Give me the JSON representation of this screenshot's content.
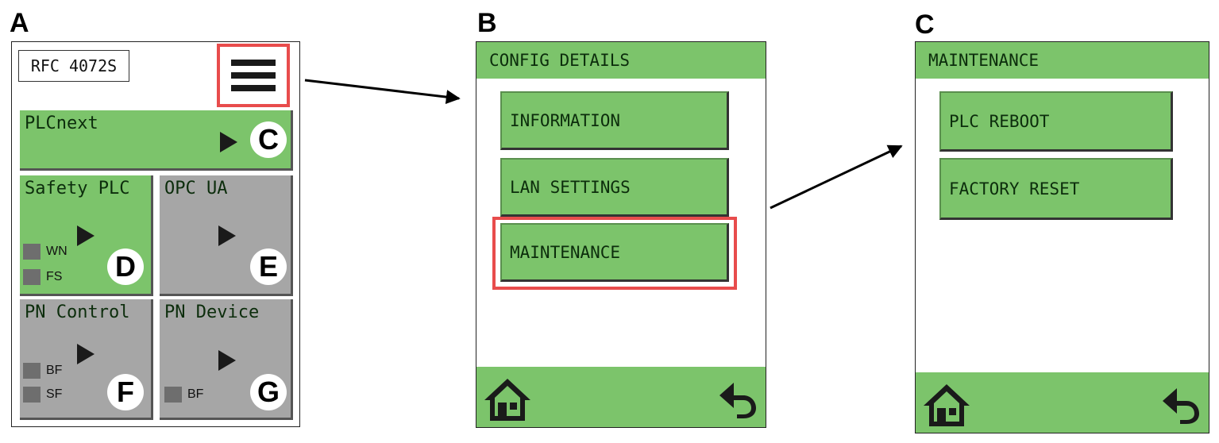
{
  "panels": {
    "a": {
      "letter": "A"
    },
    "b": {
      "letter": "B"
    },
    "c": {
      "letter": "C"
    }
  },
  "screen_a": {
    "device_label": "RFC 4072S",
    "menu_icon": "hamburger-menu-icon",
    "tiles": [
      {
        "title": "PLCnext",
        "badge": "C",
        "color": "#7cc46b"
      },
      {
        "title": "Safety PLC",
        "badge": "D",
        "color": "#7cc46b",
        "status": [
          "WN",
          "FS"
        ]
      },
      {
        "title": "OPC UA",
        "badge": "E",
        "color": "#a6a6a6"
      },
      {
        "title": "PN Control",
        "badge": "F",
        "color": "#a6a6a6",
        "status": [
          "BF",
          "SF"
        ]
      },
      {
        "title": "PN Device",
        "badge": "G",
        "color": "#a6a6a6",
        "status": [
          "BF"
        ]
      }
    ]
  },
  "screen_b": {
    "header": "CONFIG DETAILS",
    "buttons": [
      "INFORMATION",
      "LAN SETTINGS",
      "MAINTENANCE"
    ],
    "highlighted": "MAINTENANCE",
    "footer_icons": [
      "home-icon",
      "back-arrow-icon"
    ]
  },
  "screen_c": {
    "header": "MAINTENANCE",
    "buttons": [
      "PLC REBOOT",
      "FACTORY RESET"
    ],
    "footer_icons": [
      "home-icon",
      "back-arrow-icon"
    ]
  },
  "colors": {
    "green": "#7cc46b",
    "gray": "#a6a6a6",
    "highlight_red": "#e84c4c",
    "led_gray": "#6e6e6e"
  }
}
